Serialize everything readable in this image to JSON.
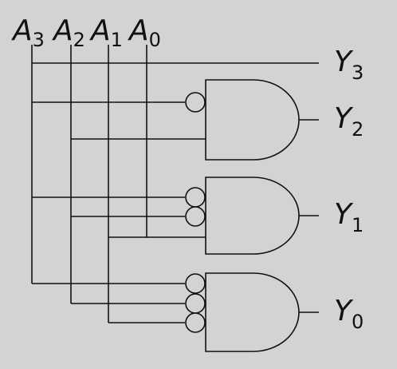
{
  "inputs": [
    {
      "letter": "A",
      "sub": "3"
    },
    {
      "letter": "A",
      "sub": "2"
    },
    {
      "letter": "A",
      "sub": "1"
    },
    {
      "letter": "A",
      "sub": "0"
    }
  ],
  "outputs": [
    {
      "letter": "Y",
      "sub": "3"
    },
    {
      "letter": "Y",
      "sub": "2"
    },
    {
      "letter": "Y",
      "sub": "1"
    },
    {
      "letter": "Y",
      "sub": "0"
    }
  ]
}
